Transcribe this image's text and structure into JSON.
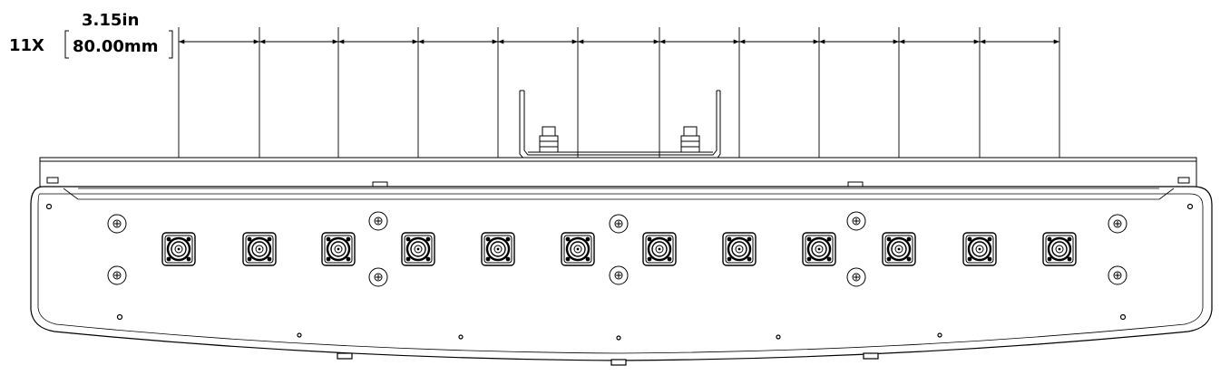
{
  "dimension": {
    "count": "11X",
    "imperial": "3.15in",
    "metric": "80.00mm"
  },
  "connectors": {
    "count": 12
  },
  "colors": {
    "line": "#000000",
    "background": "#ffffff"
  }
}
